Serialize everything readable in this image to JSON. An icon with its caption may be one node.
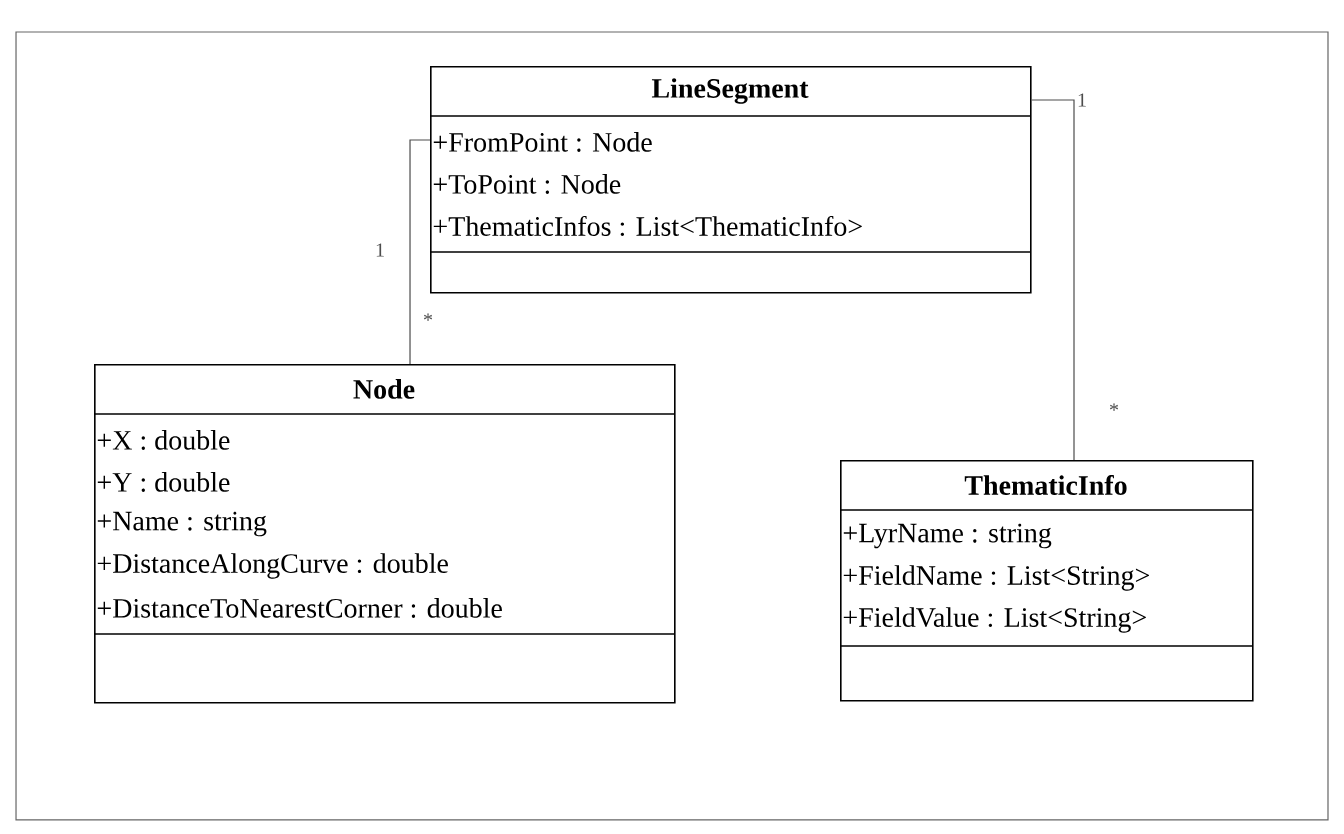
{
  "diagram": {
    "nodes": [
      {
        "text": [
          "LineSegment",
          "+FromPoint : Node",
          "+ToPoint : Node",
          "+ThematicInfos : List<ThematicInfo>"
        ]
      },
      {
        "text": [
          "Node",
          "+X : double",
          "+Y : double",
          "+Name : string",
          "+DistanceAlongCurve : double",
          "+DistanceToNearestCorner : double"
        ]
      },
      {
        "text": [
          "ThematicInfo",
          "+LyrName : string",
          "+FieldName : List<String>",
          "+FieldValue : List<String>"
        ]
      }
    ],
    "edges": [
      {
        "from": 0,
        "to": 1,
        "arrow": "none"
      },
      {
        "from": 0,
        "to": 2,
        "arrow": "none"
      }
    ],
    "labels": [
      "1",
      "1",
      "*",
      "*"
    ]
  }
}
